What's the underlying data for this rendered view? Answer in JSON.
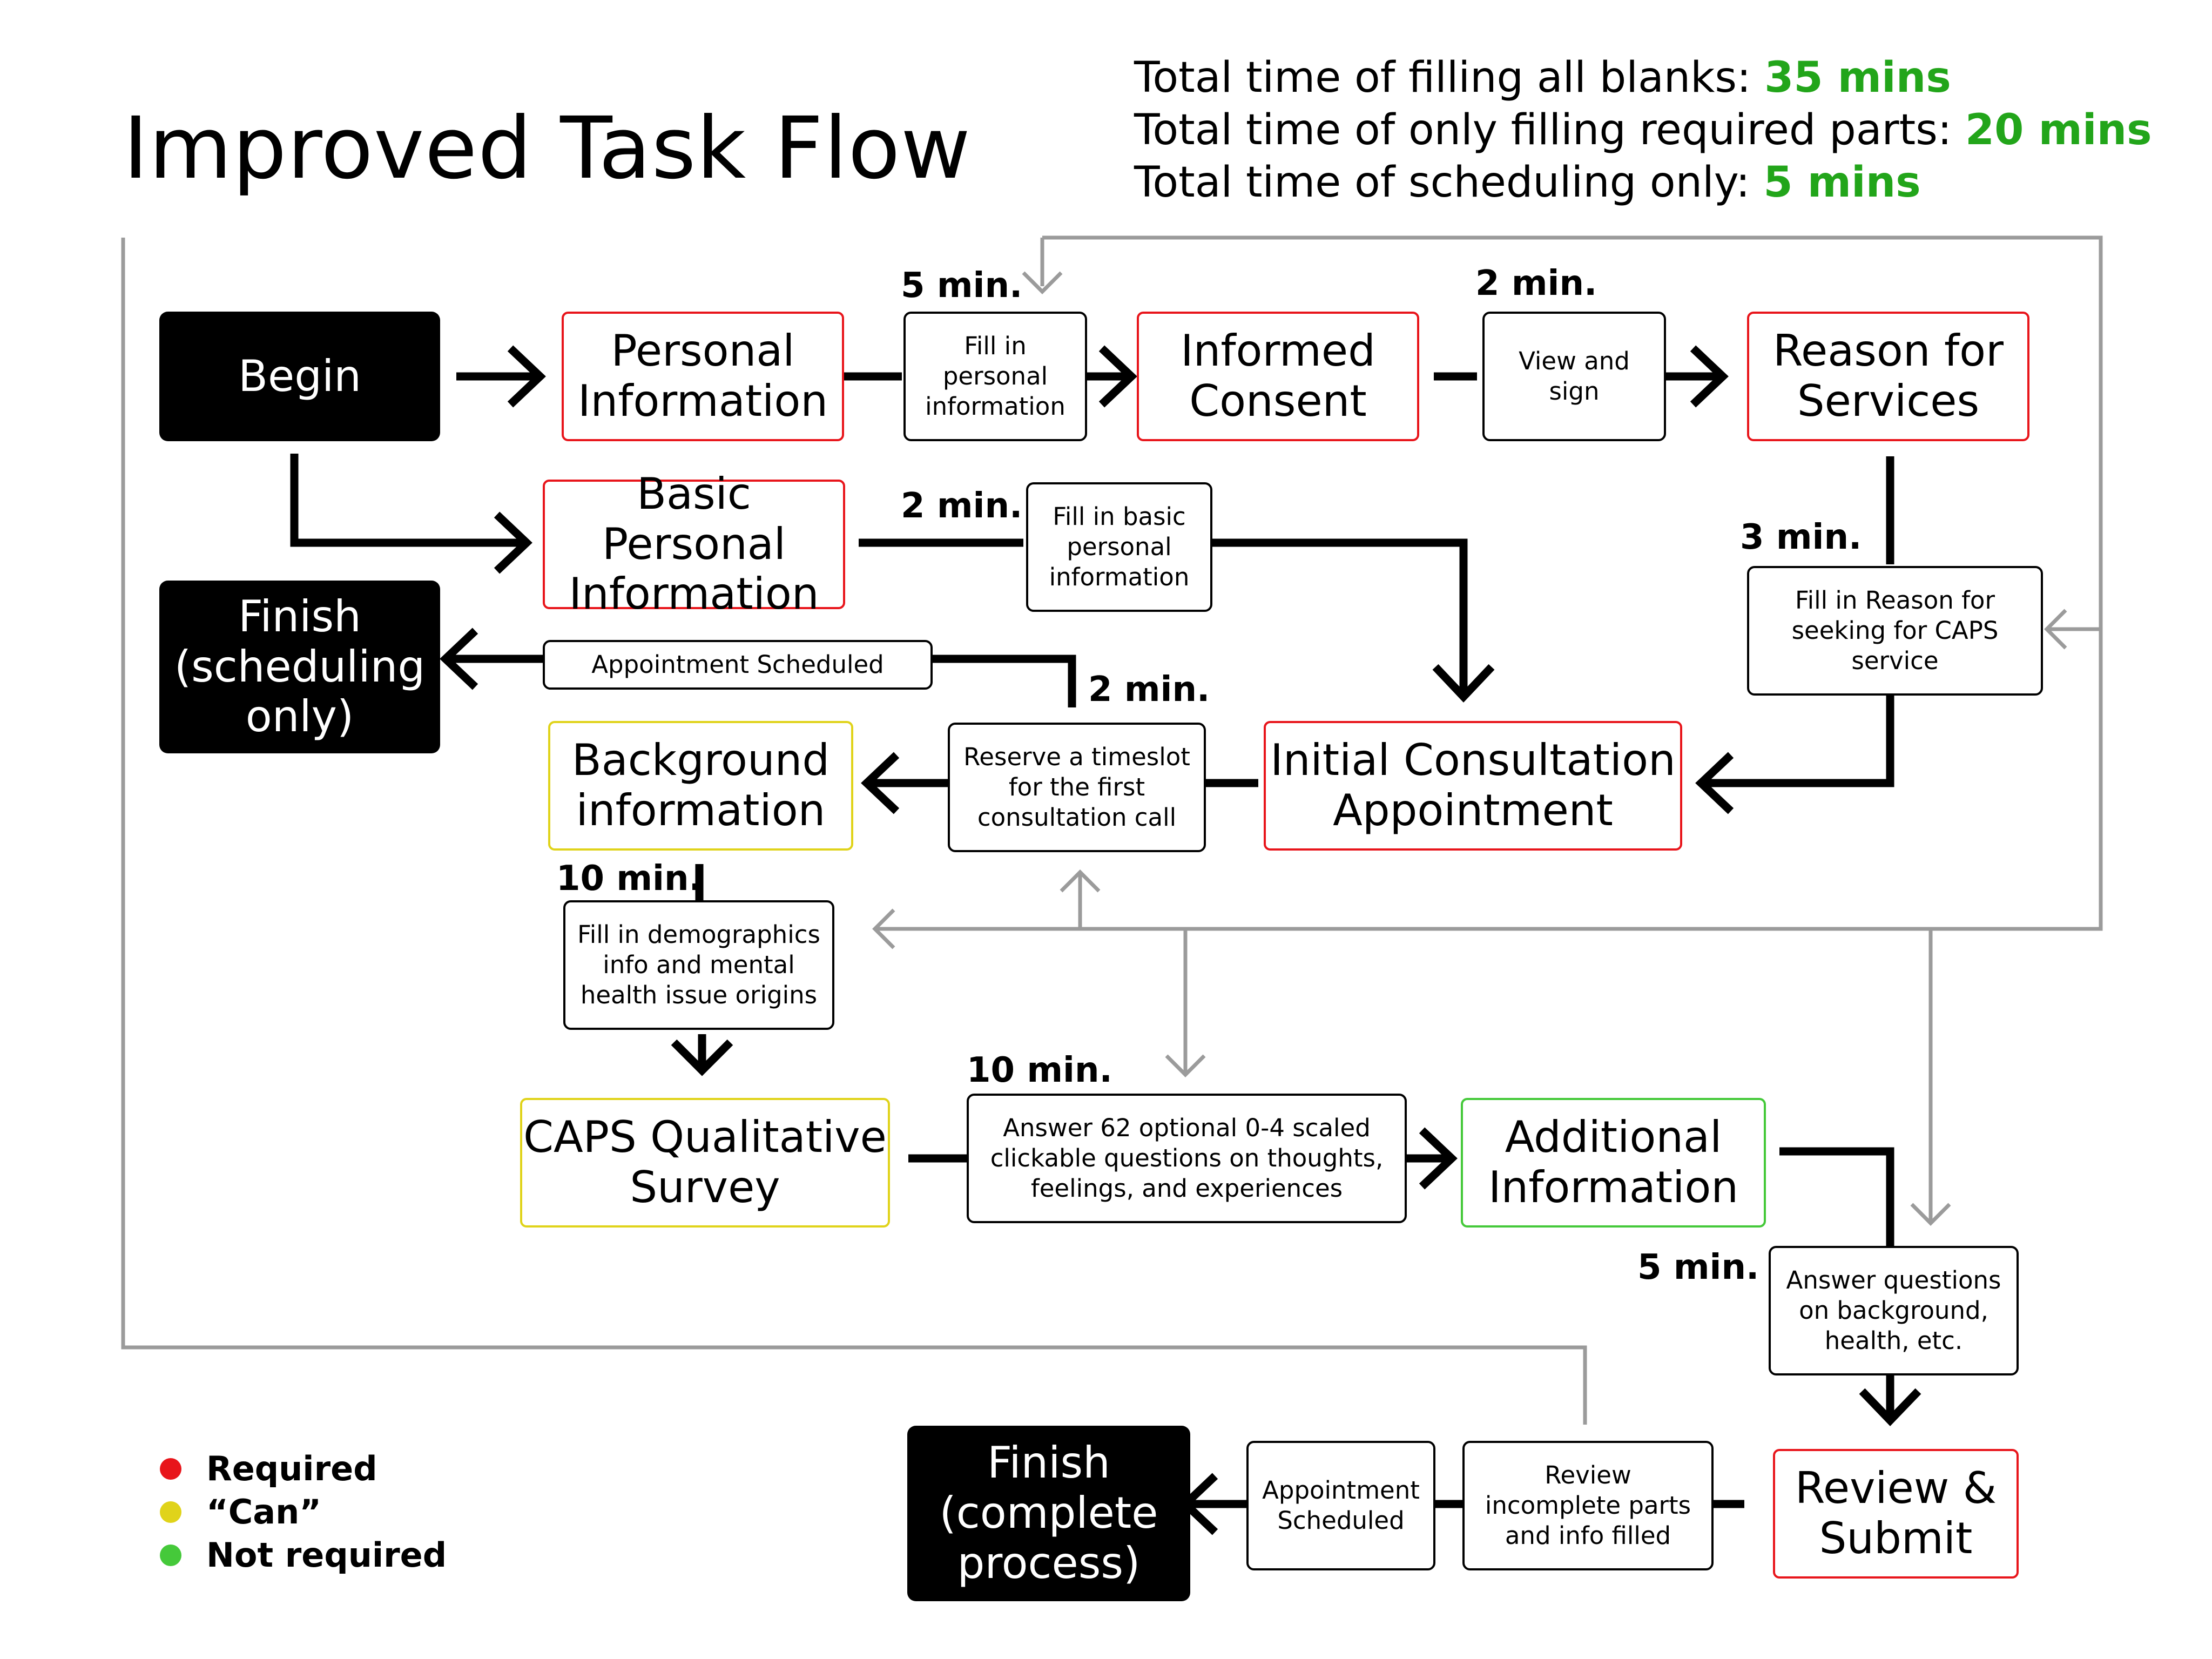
{
  "title": "Improved Task Flow",
  "totals": [
    {
      "label": "Total time of filling all blanks:",
      "value": "35 mins"
    },
    {
      "label": "Total time of only filling required parts:",
      "value": "20 mins"
    },
    {
      "label": "Total time of scheduling only:",
      "value": "5 mins"
    }
  ],
  "colors": {
    "required": "#e8151b",
    "can": "#e0d31a",
    "not_required": "#45c93a",
    "time_value": "#22a51a",
    "loop_line": "#9b9b9b"
  },
  "nodes": {
    "begin": "Begin",
    "personal_info": "Personal\nInformation",
    "informed_consent": "Informed\nConsent",
    "reason_for_services": "Reason for\nServices",
    "basic_personal_info": "Basic Personal\nInformation",
    "finish_scheduling": "Finish\n(scheduling\nonly)",
    "background_info": "Background\ninformation",
    "initial_consultation": "Initial Consultation\nAppointment",
    "caps_survey": "CAPS Qualitative\nSurvey",
    "additional_info": "Additional\nInformation",
    "review_submit": "Review &\nSubmit",
    "finish_complete": "Finish\n(complete\nprocess)"
  },
  "tasks": {
    "fill_personal": "Fill in\npersonal\ninformation",
    "view_sign": "View and\nsign",
    "fill_basic": "Fill in basic\npersonal\ninformation",
    "fill_reason": "Fill in Reason for\nseeking for CAPS\nservice",
    "appt_scheduled_top": "Appointment Scheduled",
    "reserve_timeslot": "Reserve a timeslot\nfor the first\nconsultation call",
    "fill_demographics": "Fill in demographics\ninfo and mental\nhealth issue origins",
    "answer_62": "Answer 62 optional 0-4 scaled\nclickable questions on thoughts,\nfeelings, and experiences",
    "answer_background": "Answer questions\non background,\nhealth, etc.",
    "review_incomplete": "Review\nincomplete parts\nand info filled",
    "appt_scheduled_bottom": "Appointment\nScheduled"
  },
  "times": {
    "personal": "5 min.",
    "consent": "2 min.",
    "basic": "2 min.",
    "reason": "3 min.",
    "reserve": "2 min.",
    "background": "10 min.",
    "survey": "10 min.",
    "additional": "5 min."
  },
  "legend": [
    {
      "label": "Required",
      "color": "#e8151b"
    },
    {
      "label": "“Can”",
      "color": "#e0d31a"
    },
    {
      "label": "Not required",
      "color": "#45c93a"
    }
  ]
}
